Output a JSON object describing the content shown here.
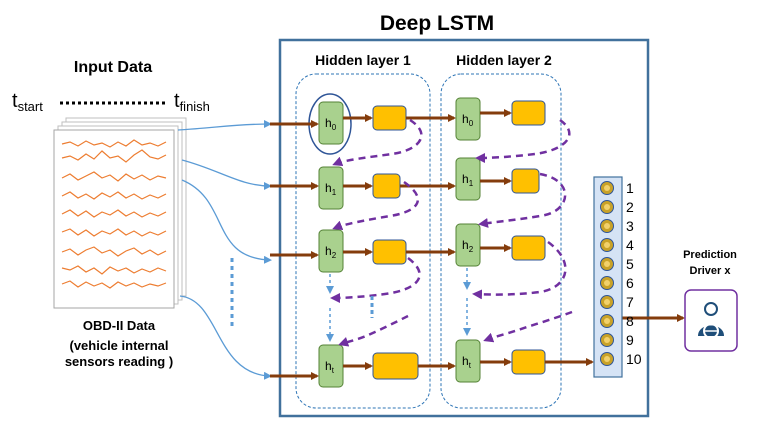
{
  "title": "Deep LSTM",
  "input": {
    "heading": "Input Data",
    "t_start": {
      "base": "t",
      "sub": "start"
    },
    "t_finish": {
      "base": "t",
      "sub": "finish"
    },
    "caption_line1": "OBD-II Data",
    "caption_line2": "(vehicle internal",
    "caption_line3": "sensors reading )"
  },
  "layers": [
    {
      "label": "Hidden layer 1",
      "cells": [
        {
          "base": "h",
          "sub": "0"
        },
        {
          "base": "h",
          "sub": "1"
        },
        {
          "base": "h",
          "sub": "2"
        },
        {
          "base": "h",
          "sub": "t"
        }
      ]
    },
    {
      "label": "Hidden layer 2",
      "cells": [
        {
          "base": "h",
          "sub": "0"
        },
        {
          "base": "h",
          "sub": "1"
        },
        {
          "base": "h",
          "sub": "2"
        },
        {
          "base": "h",
          "sub": "t"
        }
      ]
    }
  ],
  "output_classes": [
    "1",
    "2",
    "3",
    "4",
    "5",
    "6",
    "7",
    "8",
    "9",
    "10"
  ],
  "prediction": {
    "line1": "Prediction",
    "line2": "Driver x",
    "icon": "driver-icon"
  },
  "colors": {
    "frame": "#41719c",
    "hidden_cell": "#a9d18e",
    "hidden_cell_border": "#548235",
    "gate": "#ffc000",
    "gate_border": "#2f5597",
    "arrow_brown": "#843c0c",
    "arrow_purple": "#7030a0",
    "input_arrow": "#5b9bd5",
    "signal": "#ed7d31",
    "output_bg": "#d5e3f5",
    "node_fill": "#c9a227",
    "prediction_border": "#7030a0"
  }
}
